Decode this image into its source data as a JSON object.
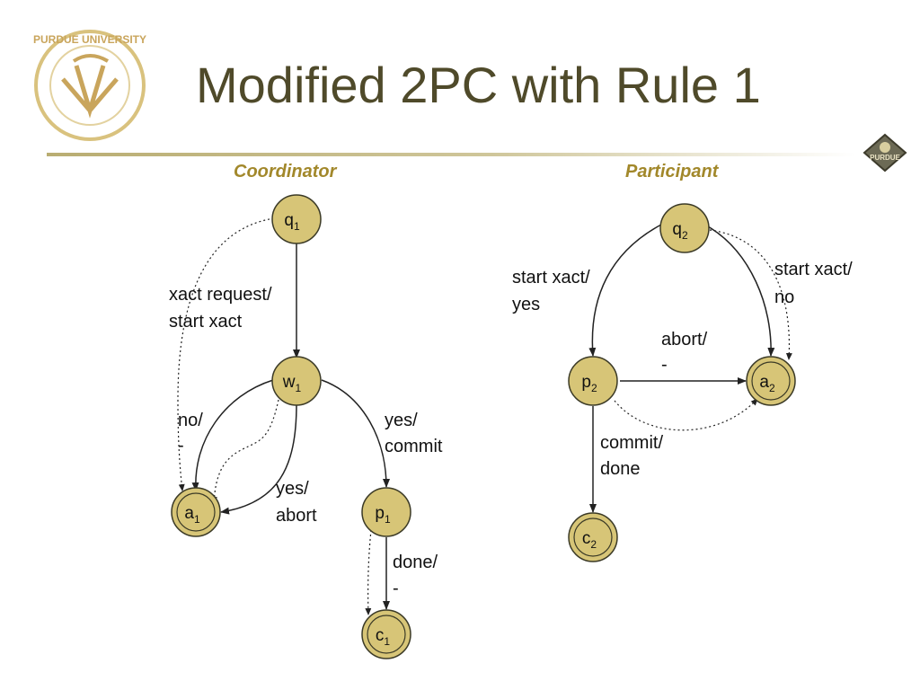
{
  "slide": {
    "title": "Modified 2PC with Rule 1",
    "logo_text": "PURDUE UNIVERSITY",
    "corner_logo_text": "PURDUE"
  },
  "colors": {
    "title": "#4f4a2a",
    "section_label": "#a2882b",
    "state_fill": "#d7c577",
    "state_stroke": "#3b3a26",
    "divider": "#c2b780"
  },
  "coordinator": {
    "label": "Coordinator",
    "states": {
      "q1": {
        "base": "q",
        "sub": "1",
        "final": false
      },
      "w1": {
        "base": "w",
        "sub": "1",
        "final": false
      },
      "a1": {
        "base": "a",
        "sub": "1",
        "final": true
      },
      "p1": {
        "base": "p",
        "sub": "1",
        "final": false
      },
      "c1": {
        "base": "c",
        "sub": "1",
        "final": true
      }
    },
    "transitions": {
      "q1_w1": [
        "xact request/",
        "start xact"
      ],
      "w1_a1_no": [
        "no/",
        "-"
      ],
      "w1_p1": [
        "yes/",
        "commit"
      ],
      "w1_a1_yes": [
        "yes/",
        "abort"
      ],
      "p1_c1": [
        "done/",
        "-"
      ]
    }
  },
  "participant": {
    "label": "Participant",
    "states": {
      "q2": {
        "base": "q",
        "sub": "2",
        "final": false
      },
      "p2": {
        "base": "p",
        "sub": "2",
        "final": false
      },
      "a2": {
        "base": "a",
        "sub": "2",
        "final": true
      },
      "c2": {
        "base": "c",
        "sub": "2",
        "final": true
      }
    },
    "transitions": {
      "q2_p2": [
        "start xact/",
        "yes"
      ],
      "q2_a2": [
        "start xact/",
        "no"
      ],
      "p2_a2": [
        "abort/",
        "-"
      ],
      "p2_c2": [
        "commit/",
        "done"
      ]
    }
  }
}
